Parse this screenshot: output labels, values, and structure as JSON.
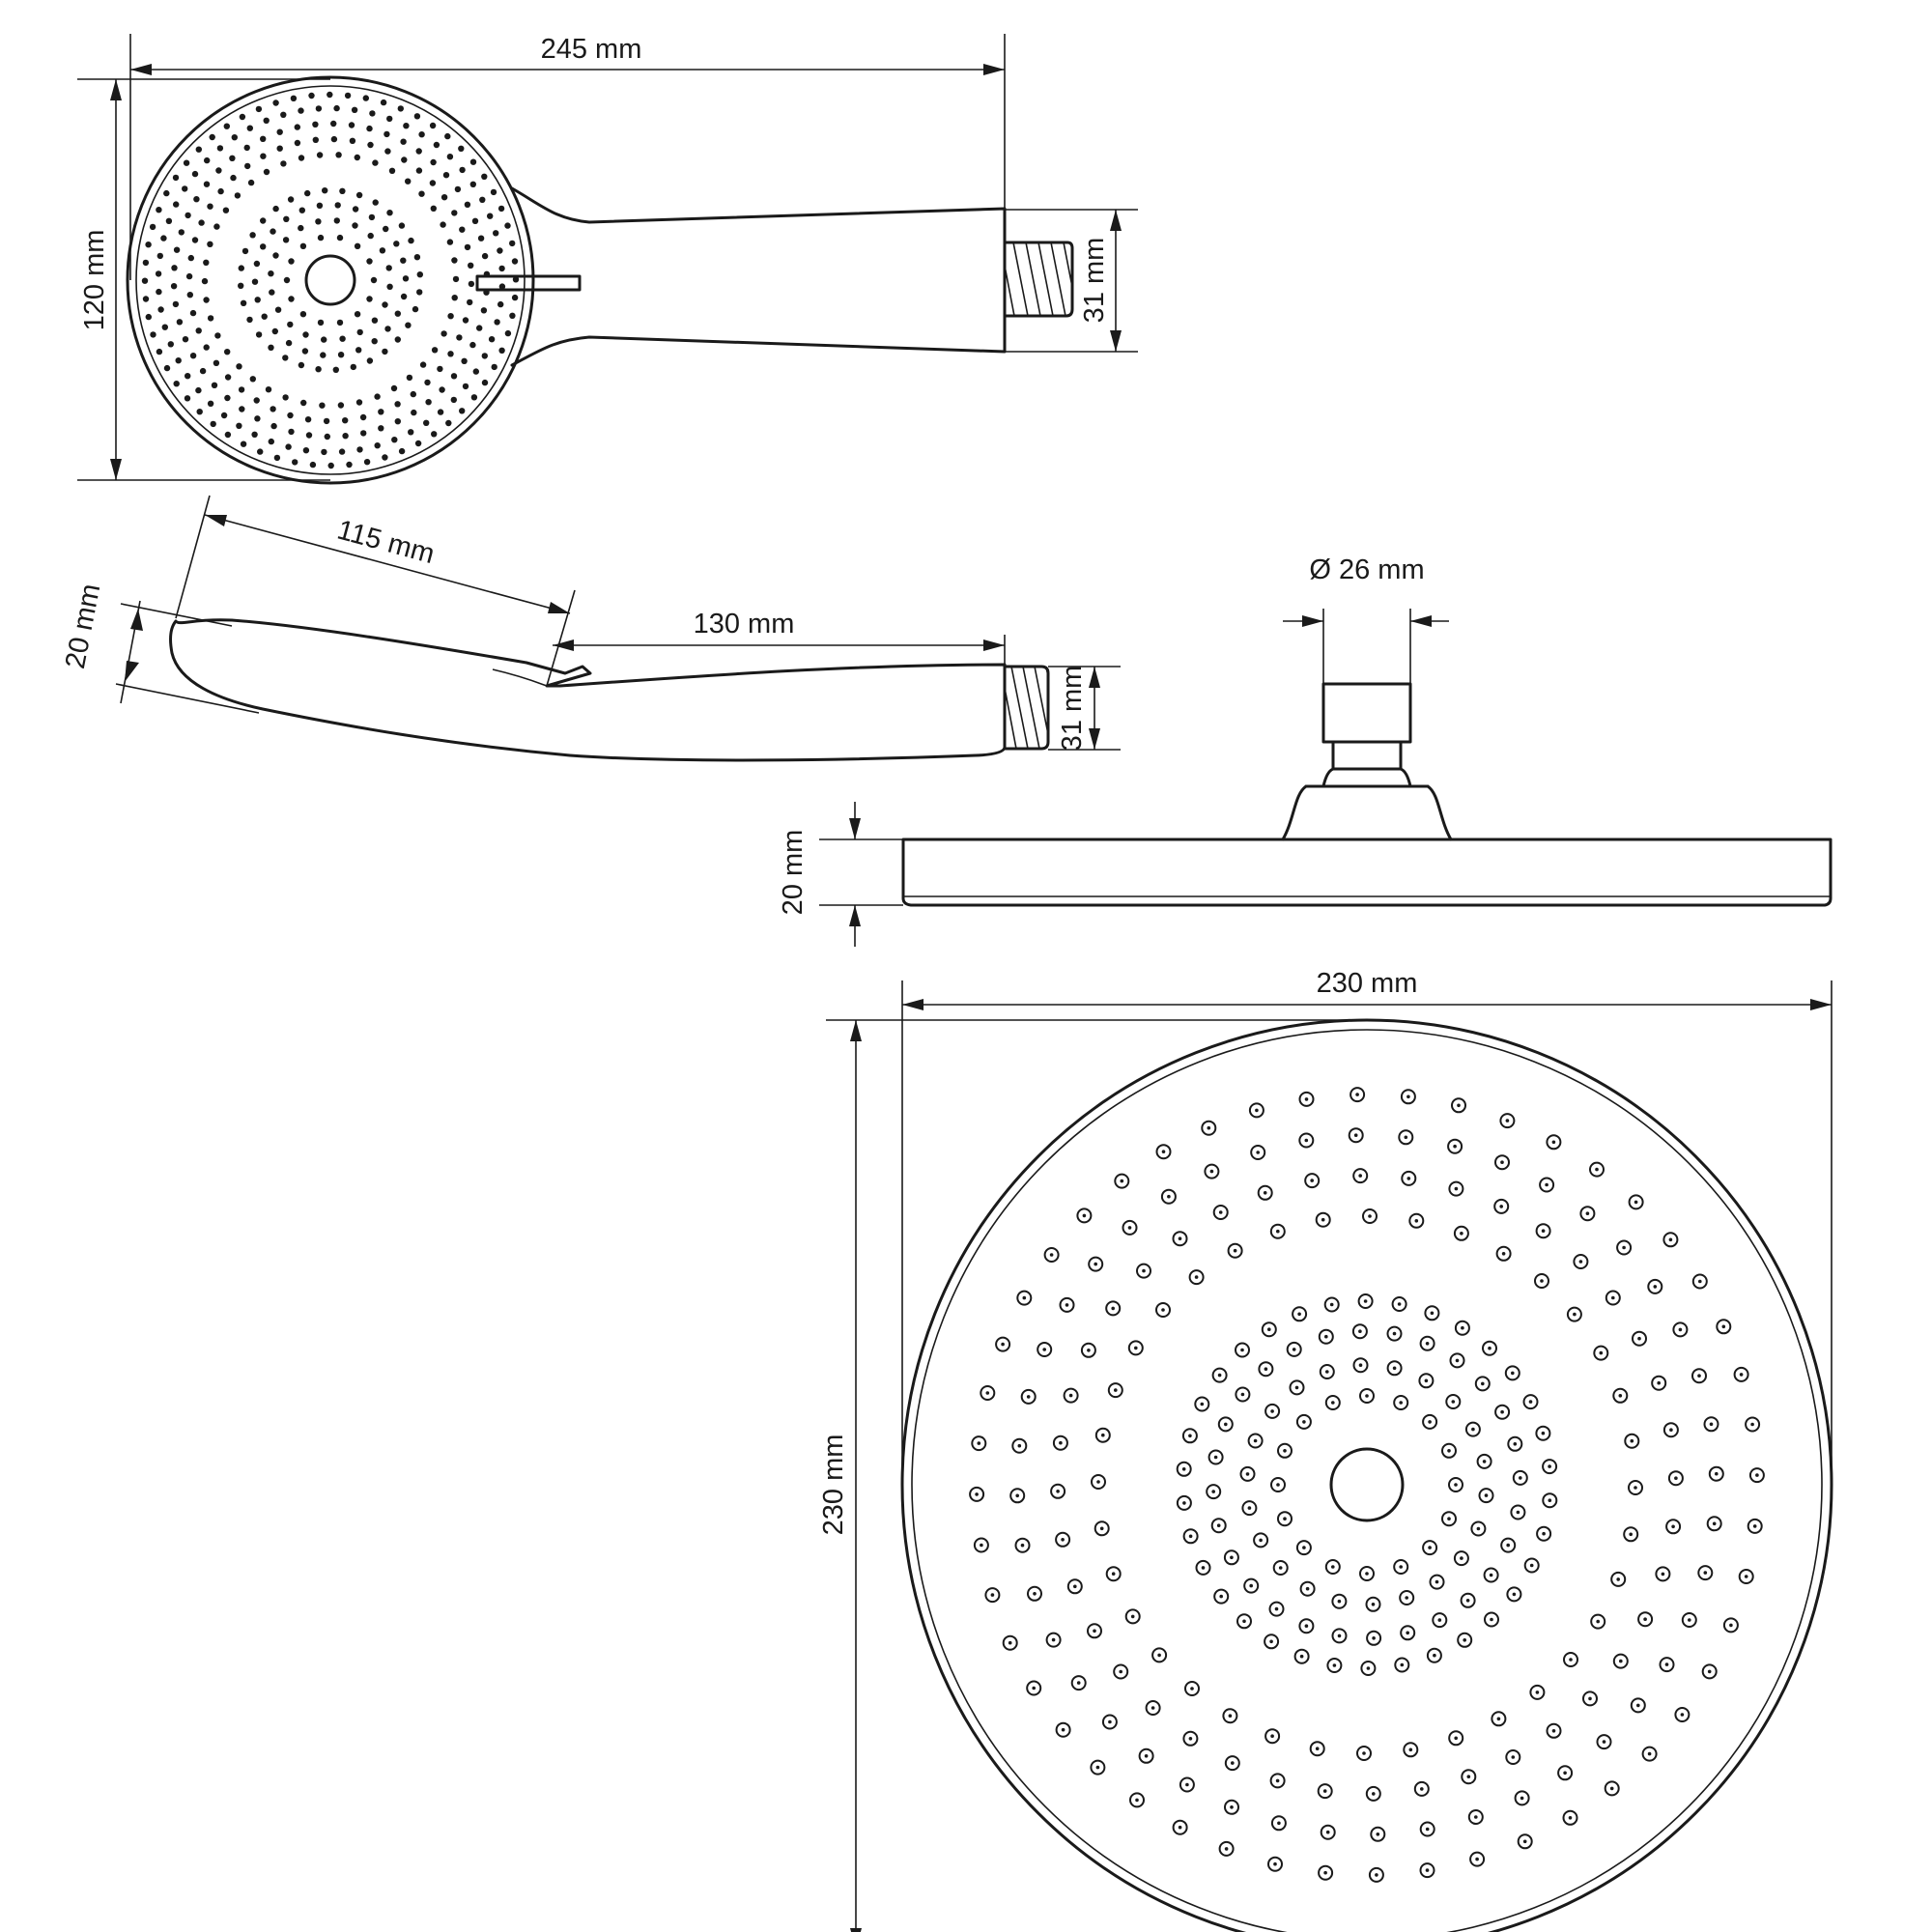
{
  "dimensions": {
    "hand_shower_length": "245 mm",
    "hand_shower_head_height": "120 mm",
    "hand_shower_thread_front": "31 mm",
    "hand_shower_head_length": "115 mm",
    "hand_shower_head_thickness": "20 mm",
    "hand_shower_handle_length": "130 mm",
    "hand_shower_thread_side": "31 mm",
    "overhead_connector_diameter": "Ø 26 mm",
    "overhead_plate_thickness": "20 mm",
    "overhead_width": "230 mm",
    "overhead_height": "230 mm"
  }
}
